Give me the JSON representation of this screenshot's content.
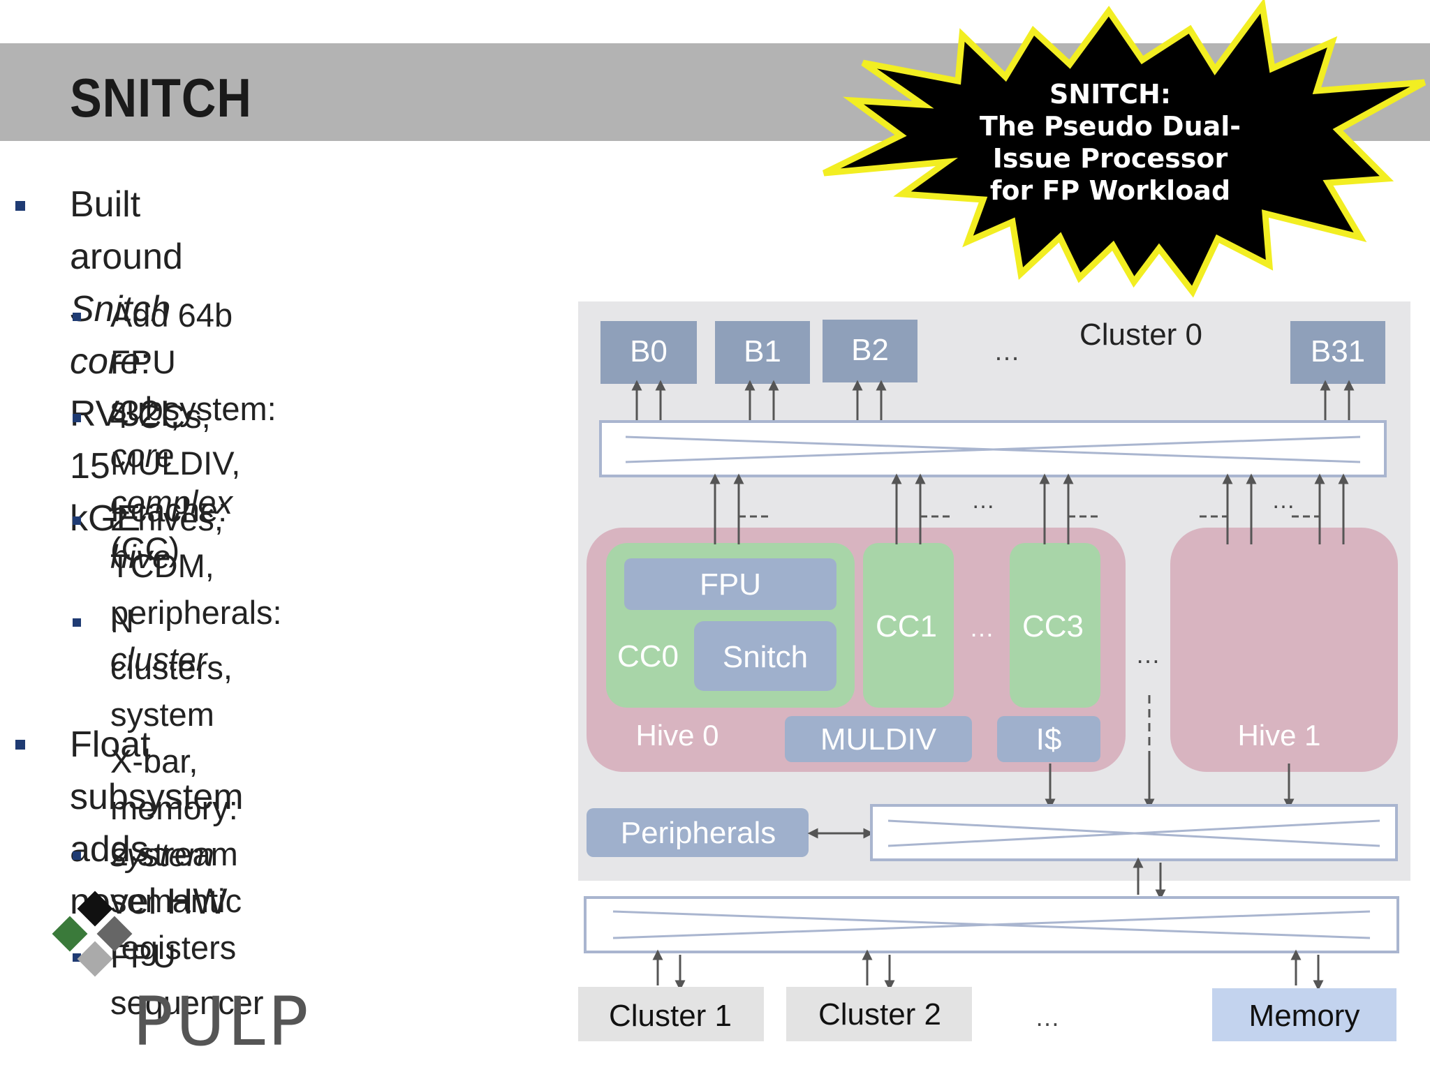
{
  "slide": {
    "title": "SNITCH",
    "callout": [
      "SNITCH:",
      "The Pseudo Dual-",
      "Issue Processor",
      "for FP Workload"
    ]
  },
  "bullets": [
    {
      "level": 1,
      "lines": [
        "Built around ",
        "Snitch core",
        ":",
        "RV32I, 15 kGE"
      ]
    },
    {
      "level": 2,
      "lines": [
        "Add 64b FPU subsystem:",
        "core complex",
        " (CC)"
      ]
    },
    {
      "level": 2,
      "lines": [
        "4 CCs, MULDIV, I-cache:",
        "hive"
      ]
    },
    {
      "level": 2,
      "lines": [
        "2 hives, TCDM,",
        "peripherals: ",
        "cluster"
      ]
    },
    {
      "level": 2,
      "lines": [
        "N clusters, system X-bar,",
        "memory: ",
        "system"
      ]
    },
    {
      "level": 1,
      "lines": [
        "Float subsystem adds",
        "novel HW"
      ]
    },
    {
      "level": 2,
      "lines": [
        "2 stream semantic",
        "registers"
      ]
    },
    {
      "level": 2,
      "lines": [
        "FPU sequencer"
      ]
    }
  ],
  "diagram": {
    "cluster_label": "Cluster 0",
    "banks": [
      "B0",
      "B1",
      "B2",
      "B31"
    ],
    "ellipsis": "…",
    "fpu": "FPU",
    "cc0": "CC0",
    "snitch": "Snitch",
    "cc1": "CC1",
    "cc3": "CC3",
    "hive0": "Hive 0",
    "hive1": "Hive 1",
    "muldiv": "MULDIV",
    "icache": "I$",
    "peripherals": "Peripherals",
    "cluster1": "Cluster 1",
    "cluster2": "Cluster 2",
    "memory": "Memory"
  },
  "logo": {
    "text": "PULP"
  },
  "colors": {
    "title_band": "#b3b3b3",
    "bullet_square": "#1f3b73",
    "bank_fill": "#8fa0ba",
    "cluster_bg": "#e6e6e8",
    "hive_fill": "#d8b4c0",
    "cc_fill": "#a8d5a8",
    "blue_box": "#9fb0cc",
    "memory_fill": "#c3d3ee",
    "callout_fill": "#000000",
    "callout_stroke": "#f2ee22"
  }
}
